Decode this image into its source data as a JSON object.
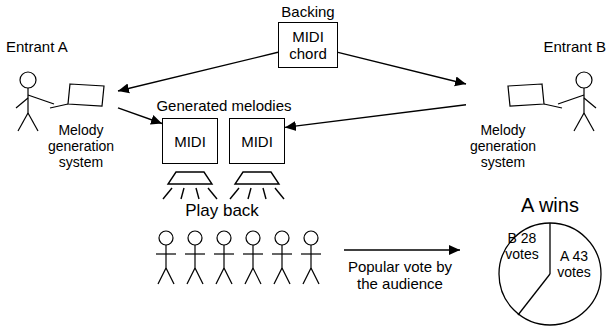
{
  "diagram": {
    "nodes": [
      {
        "text": [
          "Backing",
          "MIDI chord"
        ]
      },
      {
        "text": [
          "Entrant A",
          "Melody generation system"
        ]
      },
      {
        "text": [
          "Entrant B",
          "Melody generation system"
        ]
      },
      {
        "text": [
          "MIDI"
        ]
      },
      {
        "text": [
          "MIDI"
        ]
      },
      {
        "text": [
          "A wins",
          "B 28 votes",
          "A 43 votes"
        ]
      }
    ],
    "edges": [
      {
        "from": 0,
        "to": 1,
        "arrow": "to"
      },
      {
        "from": 0,
        "to": 2,
        "arrow": "to"
      },
      {
        "from": 1,
        "to": 3,
        "arrow": "to"
      },
      {
        "from": 2,
        "to": 4,
        "arrow": "to"
      }
    ],
    "labels": [
      "Generated melodies",
      "Play back",
      "Popular vote by the audience"
    ]
  }
}
